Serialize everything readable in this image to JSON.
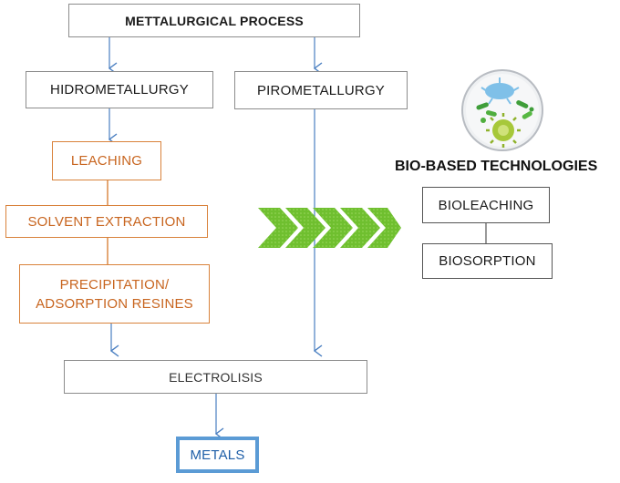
{
  "diagram": {
    "title": "METTALURGICAL PROCESS",
    "hydro": "HIDROMETALLURGY",
    "pyro": "PIROMETALLURGY",
    "leaching": "LEACHING",
    "solvent": "SOLVENT EXTRACTION",
    "precip_line1": "PRECIPITATION/",
    "precip_line2": "ADSORPTION RESINES",
    "electrolysis": "ELECTROLISIS",
    "metals": "METALS",
    "bio_title": "BIO-BASED TECHNOLOGIES",
    "bioleaching": "BIOLEACHING",
    "biosorption": "BIOSORPTION"
  },
  "colors": {
    "arrow": "#4a7fc1",
    "orange": "#d9823b",
    "chevron": "#6fbf2f",
    "metals_border": "#5b9bd5"
  }
}
